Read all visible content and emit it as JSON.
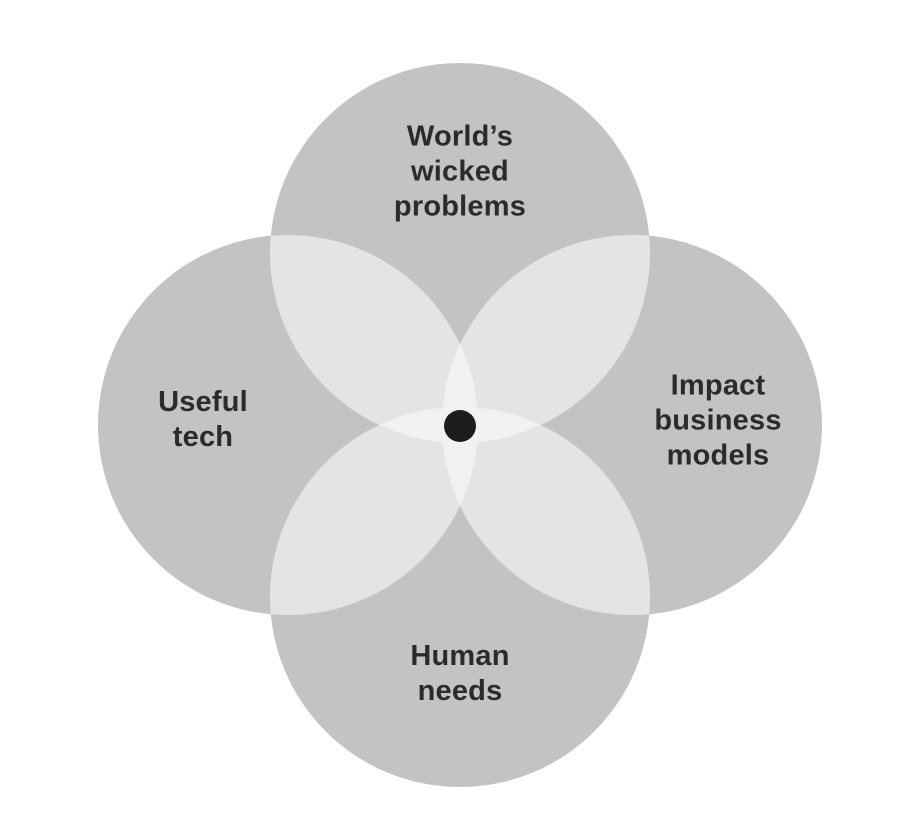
{
  "diagram": {
    "type": "venn-4-circle",
    "colors": {
      "circle": "#c3c3c3",
      "overlap": "#e4e4e4",
      "core": "#f1f1f1",
      "dot": "#1d1d1d",
      "text": "#2b2b2b",
      "background": "#ffffff"
    },
    "circles": [
      {
        "id": "top",
        "label": "World’s wicked problems",
        "lines": [
          "World’s",
          "wicked",
          "problems"
        ]
      },
      {
        "id": "left",
        "label": "Useful tech",
        "lines": [
          "Useful",
          "tech"
        ]
      },
      {
        "id": "right",
        "label": "Impact business models",
        "lines": [
          "Impact",
          "business",
          "models"
        ]
      },
      {
        "id": "bottom",
        "label": "Human needs",
        "lines": [
          "Human",
          "needs"
        ]
      }
    ]
  }
}
